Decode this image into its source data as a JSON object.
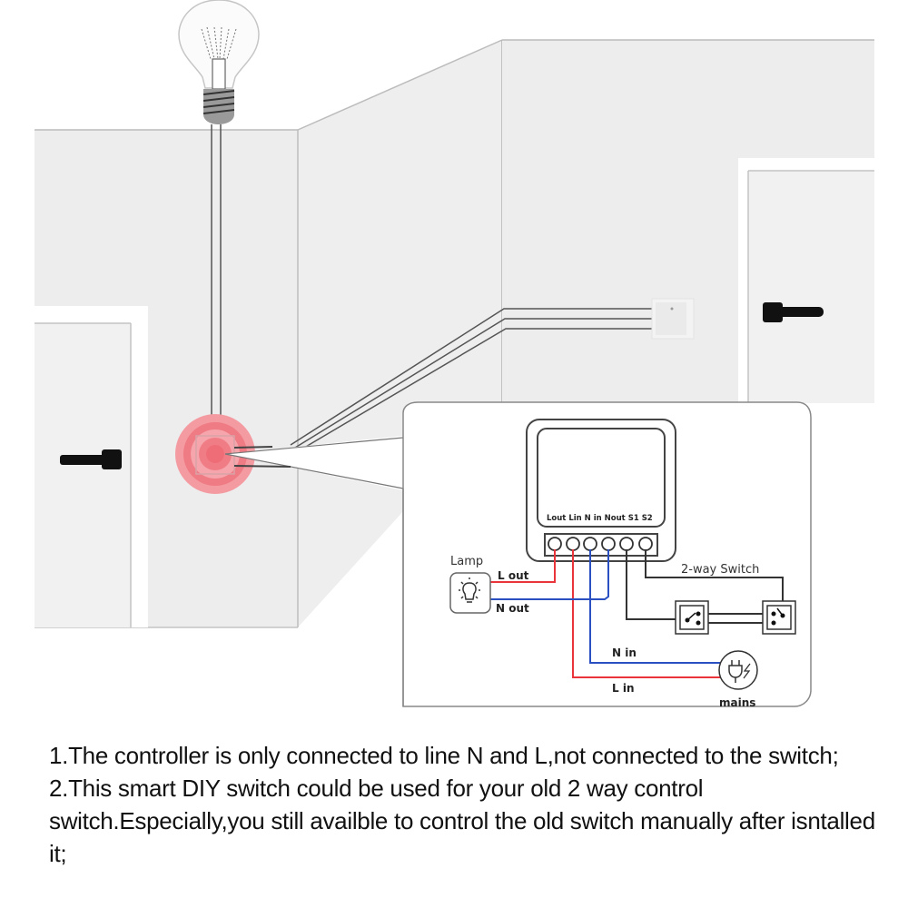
{
  "diagram": {
    "title": "Smart DIY switch 2-way wiring",
    "module": {
      "terminal_labels": [
        "Lout",
        "Lin",
        "Nin",
        "Nout",
        "S1",
        "S2"
      ],
      "terminal_label_text": "Lout Lin  N in Nout S1   S2"
    },
    "labels": {
      "lamp": "Lamp",
      "l_out": "L out",
      "n_out": "N out",
      "two_way_switch": "2-way Switch",
      "n_in": "N in",
      "l_in": "L in",
      "mains": "mains"
    },
    "colors": {
      "live_wire": "#e8343a",
      "neutral_wire": "#2a4fc0",
      "switch_wire": "#333333",
      "highlight": "#f06b74",
      "wall": "#ededee"
    },
    "icons": {
      "bulb": "light-bulb-icon",
      "lamp": "lamp-icon",
      "mains": "plug-icon",
      "switch": "two-way-switch-icon"
    }
  },
  "notes": [
    "1.The controller is only connected to line N and L,not connected to the switch;",
    "2.This smart DIY switch could be used for your old 2 way control switch.Especially,you still availble to control the old switch manually after isntalled it;"
  ]
}
